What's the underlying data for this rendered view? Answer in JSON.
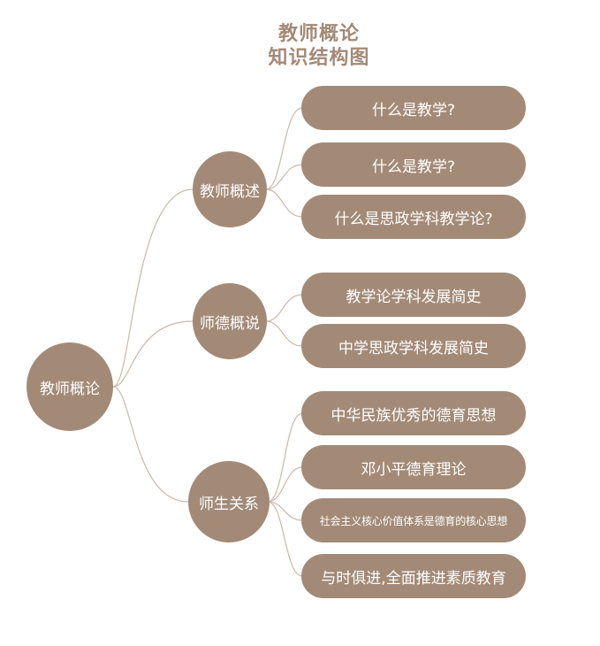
{
  "title": {
    "line1": "教师概论",
    "line2": "知识结构图"
  },
  "root": {
    "label": "教师概论"
  },
  "branches": [
    {
      "label": "教师概述",
      "leaves": [
        "什么是教学?",
        "什么是教学?",
        "什么是思政学科教学论?"
      ]
    },
    {
      "label": "师德概说",
      "leaves": [
        "教学论学科发展简史",
        "中学思政学科发展简史"
      ]
    },
    {
      "label": "师生关系",
      "leaves": [
        "中华民族优秀的德育思想",
        "邓小平德育理论",
        "社会主义核心价值体系是德育的核心思想",
        "与时俱进,全面推进素质教育"
      ]
    }
  ],
  "colors": {
    "node_fill": "#a38a77",
    "node_text": "#ffffff",
    "connector": "#c9b9ab",
    "title": "#a38a77"
  }
}
